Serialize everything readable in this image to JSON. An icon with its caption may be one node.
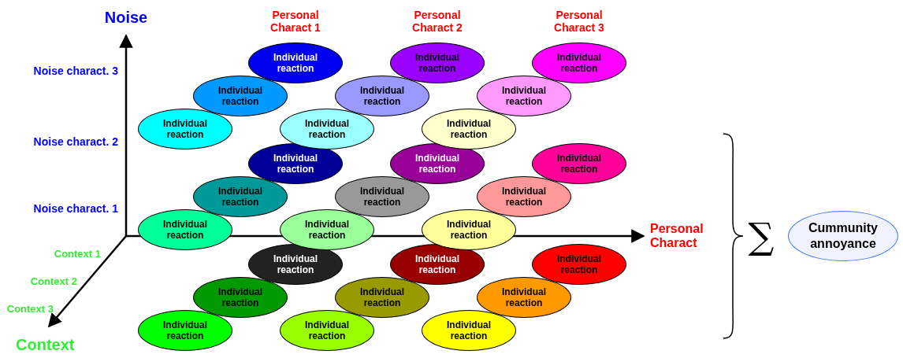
{
  "diagram": {
    "nodes": [
      {
        "text": [
          "Individual reaction"
        ]
      },
      {
        "text": [
          "Individual reaction"
        ]
      },
      {
        "text": [
          "Individual reaction"
        ]
      },
      {
        "text": [
          "Individual reaction"
        ]
      },
      {
        "text": [
          "Individual reaction"
        ]
      },
      {
        "text": [
          "Individual reaction"
        ]
      },
      {
        "text": [
          "Individual reaction"
        ]
      },
      {
        "text": [
          "Individual reaction"
        ]
      },
      {
        "text": [
          "Individual reaction"
        ]
      },
      {
        "text": [
          "Individual reaction"
        ]
      },
      {
        "text": [
          "Individual reaction"
        ]
      },
      {
        "text": [
          "Individual reaction"
        ]
      },
      {
        "text": [
          "Individual reaction"
        ]
      },
      {
        "text": [
          "Individual reaction"
        ]
      },
      {
        "text": [
          "Individual reaction"
        ]
      },
      {
        "text": [
          "Individual reaction"
        ]
      },
      {
        "text": [
          "Individual reaction"
        ]
      },
      {
        "text": [
          "Individual reaction"
        ]
      },
      {
        "text": [
          "Individual reaction"
        ]
      },
      {
        "text": [
          "Individual reaction"
        ]
      },
      {
        "text": [
          "Individual reaction"
        ]
      },
      {
        "text": [
          "Individual reaction"
        ]
      },
      {
        "text": [
          "Individual reaction"
        ]
      },
      {
        "text": [
          "Individual reaction"
        ]
      },
      {
        "text": [
          "Individual reaction"
        ]
      },
      {
        "text": [
          "Individual reaction"
        ]
      },
      {
        "text": [
          "Individual reaction"
        ]
      },
      {
        "text": [
          "Cummunity annoyance"
        ]
      }
    ],
    "edges": [],
    "labels": [
      "Noise",
      "Personal Charact 1",
      "Personal Charact 2",
      "Personal Charact 3",
      "Noise charact. 3",
      "Noise charact. 2",
      "Noise charact. 1",
      "Personal Charact",
      "Context 1",
      "Context 2",
      "Context 3",
      "Context",
      "∑"
    ]
  }
}
